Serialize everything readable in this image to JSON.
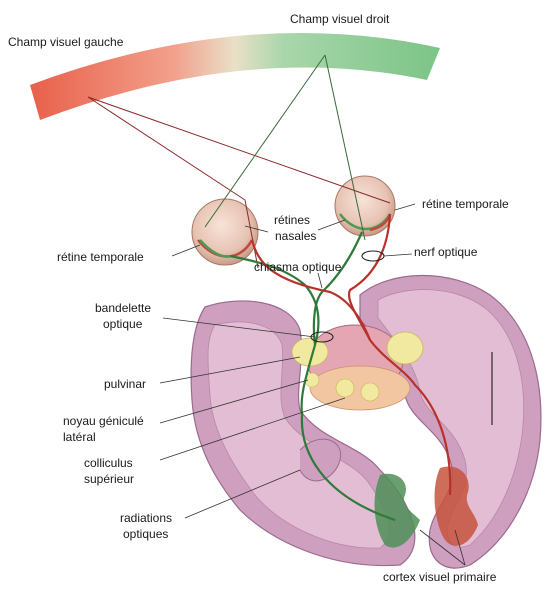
{
  "labels": {
    "left_visual_field": "Champ visuel gauche",
    "right_visual_field": "Champ visuel droit",
    "retina_temporal_right": "rétine temporale",
    "retina_temporal_left": "rétine temporale",
    "retinas_nasal_line1": "rétines",
    "retinas_nasal_line2": "nasales",
    "optic_nerve": "nerf optique",
    "optic_chiasm": "chiasma optique",
    "optic_tract_line1": "bandelette",
    "optic_tract_line2": "optique",
    "pulvinar": "pulvinar",
    "lgn_line1": "noyau géniculé",
    "lgn_line2": "latéral",
    "superior_colliculus_line1": "colliculus",
    "superior_colliculus_line2": "supérieur",
    "optic_radiations_line1": "radiations",
    "optic_radiations_line2": "optiques",
    "primary_visual_cortex": "cortex visuel primaire"
  },
  "colors": {
    "left_field": "#e8604a",
    "right_field": "#6fbf7c",
    "left_pathway": "#b8322c",
    "right_pathway": "#2f7a3a",
    "brain_tissue": "#cf9fbf",
    "brain_inner": "#e2bdd3",
    "nucleus": "#f2e9a0"
  }
}
